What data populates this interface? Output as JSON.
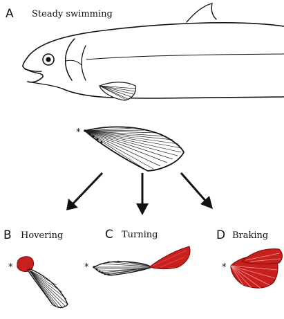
{
  "colors": {
    "ink": "#111111",
    "muscle_fill": "#c8201e",
    "muscle_stroke": "#7a0e0c"
  },
  "panels": {
    "a": {
      "letter": "A",
      "label": "Steady swimming"
    },
    "b": {
      "letter": "B",
      "label": "Hovering"
    },
    "c": {
      "letter": "C",
      "label": "Turning"
    },
    "d": {
      "letter": "D",
      "label": "Braking"
    }
  },
  "marker": "*"
}
